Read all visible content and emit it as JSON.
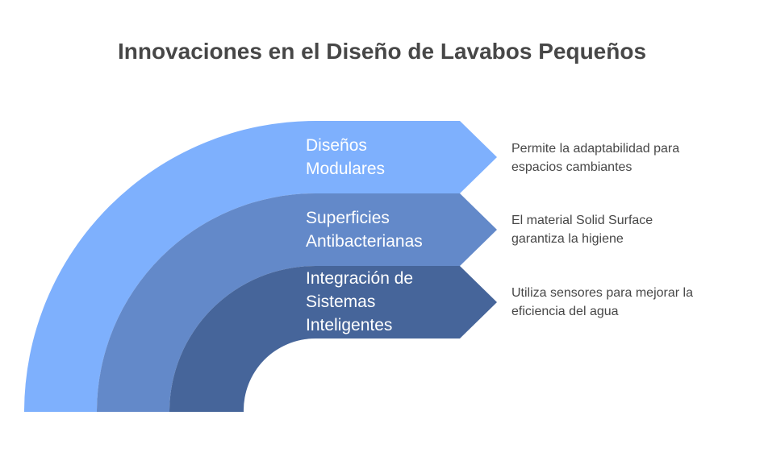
{
  "title": "Innovaciones en el Diseño de Lavabos Pequeños",
  "colors": {
    "band_1": "#7eb0fd",
    "band_2": "#6389c9",
    "band_3": "#46659a",
    "title_text": "#474747",
    "desc_text": "#474747",
    "label_text": "#ffffff"
  },
  "items": [
    {
      "label_lines": [
        "Diseños",
        "Modulares"
      ],
      "description_lines": [
        "Permite la adaptabilidad para",
        "espacios cambiantes"
      ]
    },
    {
      "label_lines": [
        "Superficies",
        "Antibacterianas"
      ],
      "description_lines": [
        "El material Solid Surface",
        "garantiza la higiene"
      ]
    },
    {
      "label_lines": [
        "Integración de",
        "Sistemas",
        "Inteligentes"
      ],
      "description_lines": [
        "Utiliza sensores para mejorar la",
        "eficiencia del agua"
      ]
    }
  ]
}
